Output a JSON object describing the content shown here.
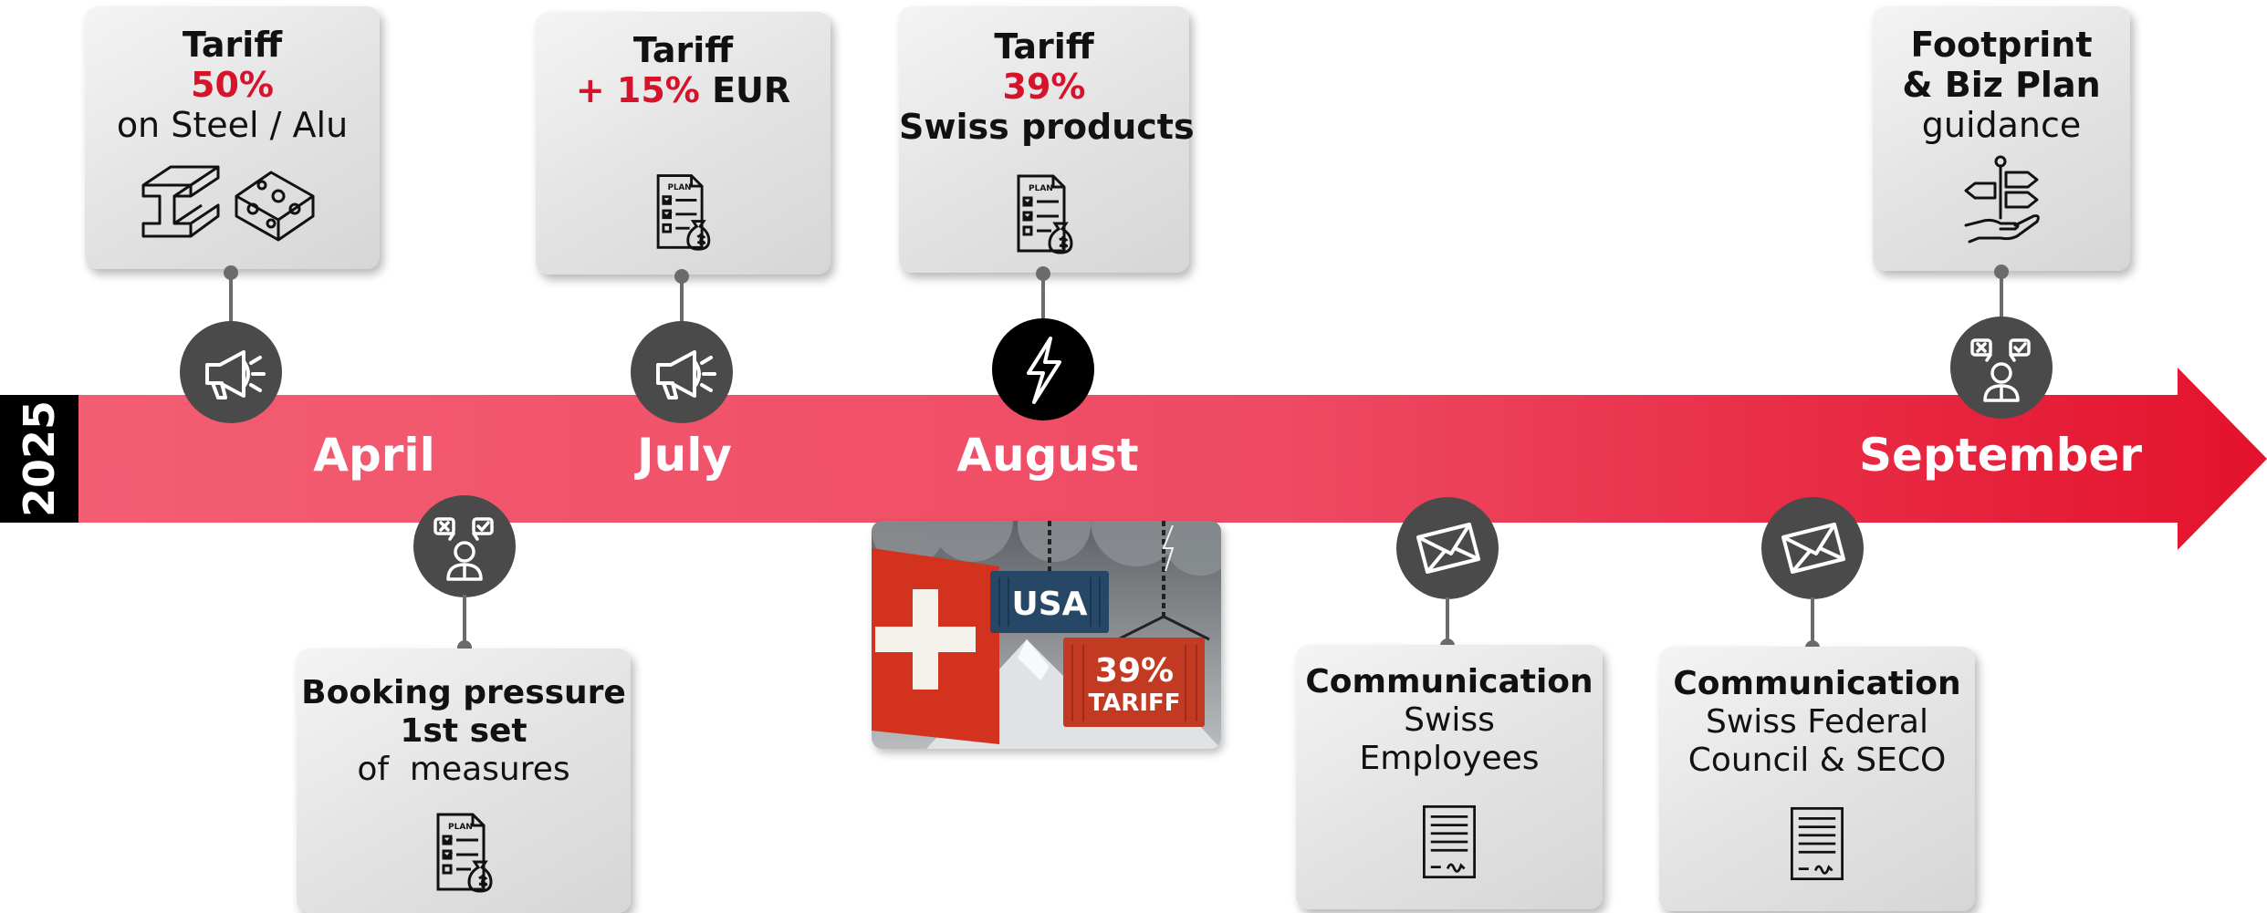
{
  "year": "2025",
  "months": [
    "April",
    "July",
    "August",
    "September"
  ],
  "colors": {
    "accent": "#d6132b",
    "bar_start": "#f35d72",
    "bar_end": "#e4122c",
    "marker": "#4a4a4a"
  },
  "events_top": [
    {
      "line1": "Tariff",
      "line2": "50%",
      "line3": "on Steel / Alu",
      "icon": "steel-beam-and-aluminum-profile-icon",
      "marker_icon": "megaphone-icon"
    },
    {
      "line1": "Tariff",
      "line2": "+ 15%",
      "line2b": " EUR",
      "icon": "business-plan-icon",
      "marker_icon": "megaphone-icon"
    },
    {
      "line1": "Tariff",
      "line2": "39%",
      "line3": "Swiss products",
      "icon": "business-plan-icon",
      "marker_icon": "lightning-icon"
    },
    {
      "line1": "Footprint",
      "line2": "& Biz Plan",
      "line3": "guidance",
      "icon": "hand-with-direction-signs-icon",
      "marker_icon": "decision-person-icon"
    }
  ],
  "events_bottom": [
    {
      "line1": "Booking pressure",
      "line2": "1st set",
      "line3": "of  measures",
      "icon": "business-plan-icon",
      "marker_icon": "decision-person-icon"
    },
    {
      "line1": "Communication",
      "line2": "Swiss",
      "line3": "Employees",
      "icon": "document-icon",
      "marker_icon": "envelope-icon"
    },
    {
      "line1": "Communication",
      "line2": "Swiss Federal",
      "line3": "Council & SECO",
      "icon": "document-icon",
      "marker_icon": "envelope-icon"
    }
  ],
  "illustration": {
    "container_top": "USA",
    "container_bottom_line1": "39%",
    "container_bottom_line2": "TARIFF"
  }
}
